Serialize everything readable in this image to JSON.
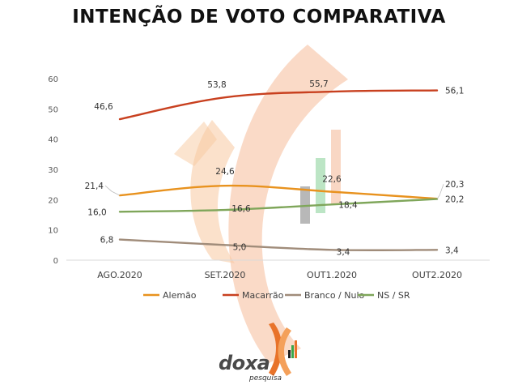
{
  "chart_data": {
    "type": "line",
    "title": "INTENÇÃO DE VOTO COMPARATIVA",
    "categories": [
      "AGO.2020",
      "SET.2020",
      "OUT1.2020",
      "OUT2.2020"
    ],
    "ylim": [
      0,
      60
    ],
    "yticks": [
      "0",
      "10",
      "20",
      "30",
      "40",
      "50",
      "60"
    ],
    "grid": false,
    "legend_position": "bottom",
    "series": [
      {
        "name": "Alemão",
        "color": "#E8921E",
        "values": [
          21.4,
          24.6,
          22.6,
          20.3
        ],
        "labels": [
          "21,4",
          "24,6",
          "22,6",
          "20,3"
        ]
      },
      {
        "name": "Macarrão",
        "color": "#C8401F",
        "values": [
          46.6,
          53.8,
          55.7,
          56.1
        ],
        "labels": [
          "46,6",
          "53,8",
          "55,7",
          "56,1"
        ]
      },
      {
        "name": "Branco / Nulo",
        "color": "#A08C7A",
        "values": [
          6.8,
          5.0,
          3.4,
          3.4
        ],
        "labels": [
          "6,8",
          "5,0",
          "3,4",
          "3,4"
        ]
      },
      {
        "name": "NS / SR",
        "color": "#7FA65A",
        "values": [
          16.0,
          16.6,
          18.4,
          20.2
        ],
        "labels": [
          "16,0",
          "16,6",
          "18,4",
          "20,2"
        ]
      }
    ]
  },
  "logo": {
    "word": "doxa",
    "sub": "pesquisa"
  }
}
